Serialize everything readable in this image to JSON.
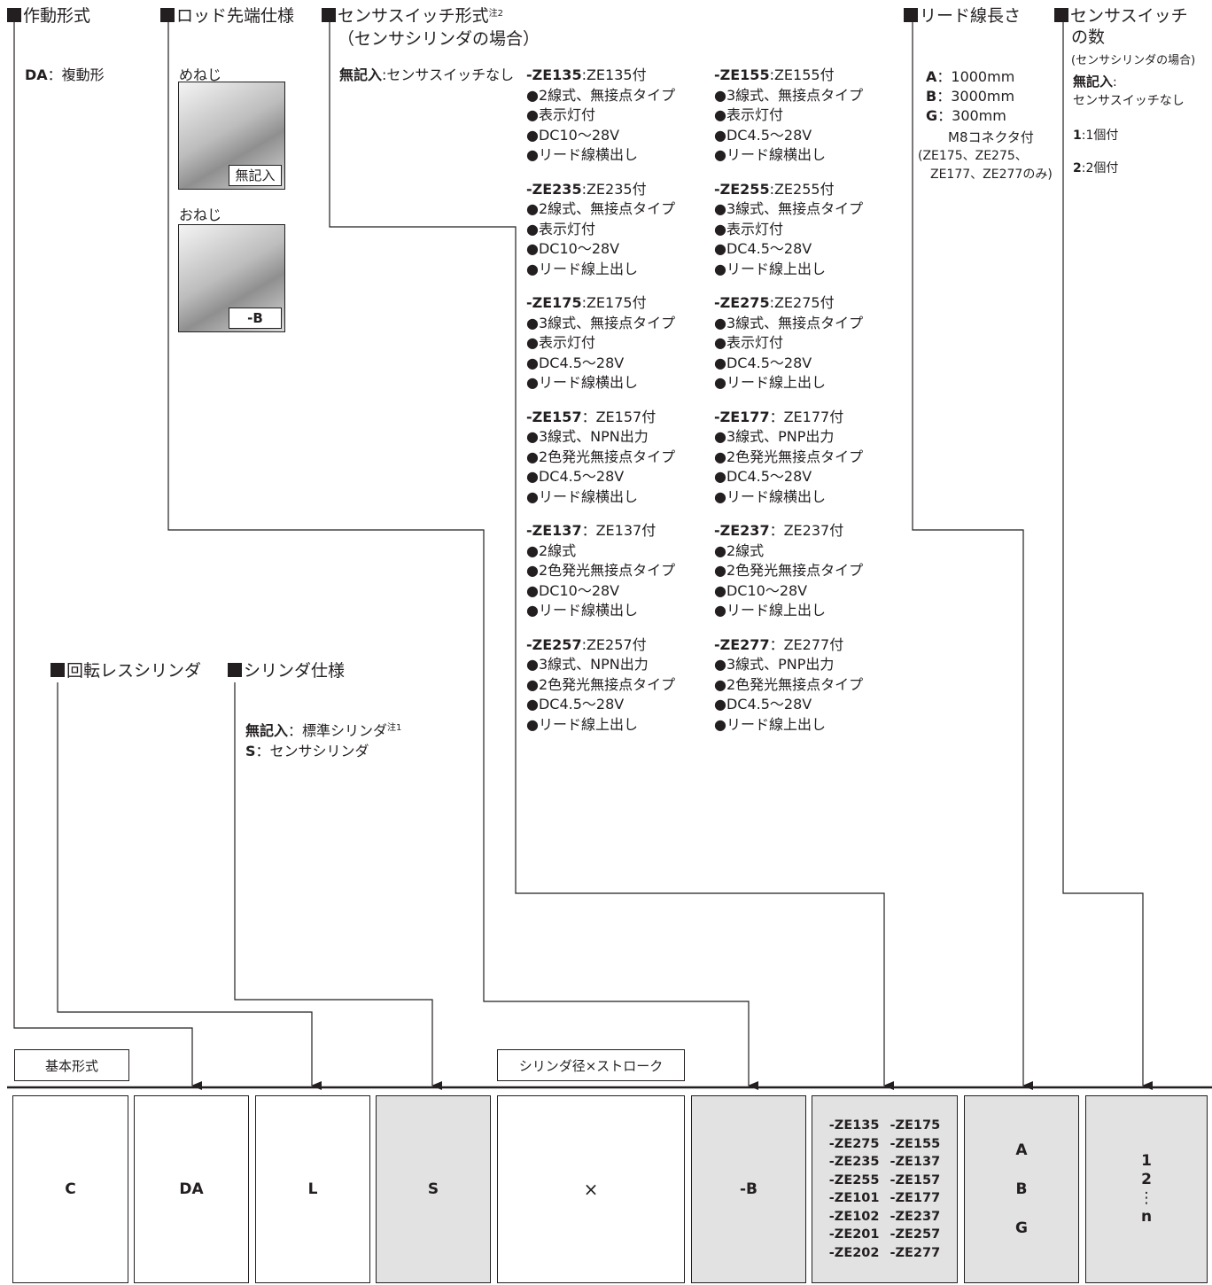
{
  "headers": {
    "action": "作動形式",
    "rod": "ロッド先端仕様",
    "sensor_switch_line1": "センサスイッチ形式",
    "sensor_switch_note": "注2",
    "sensor_switch_line2": "（センサシリンダの場合）",
    "lead": "リード線長さ",
    "count_line1": "センサスイッチ",
    "count_line2": "の数",
    "count_line3": "(センサシリンダの場合)",
    "nonrot": "回転レスシリンダ",
    "cyl_spec": "シリンダ仕様"
  },
  "action": {
    "code": "DA",
    "desc": "：複動形"
  },
  "rod": {
    "female_label": "めねじ",
    "female_tag": "無記入",
    "male_label": "おねじ",
    "male_tag": "-B"
  },
  "sensor": {
    "none_code": "無記入",
    "none_desc": ":センサスイッチなし"
  },
  "switches_left": [
    {
      "code": "-ZE135",
      "sep": ":",
      "name": "ZE135付",
      "l1": "●2線式、無接点タイプ",
      "l2": "●表示灯付",
      "l3": "●DC10～28V",
      "l4": "●リード線横出し"
    },
    {
      "code": "-ZE235",
      "sep": ":",
      "name": "ZE235付",
      "l1": "●2線式、無接点タイプ",
      "l2": "●表示灯付",
      "l3": "●DC10～28V",
      "l4": "●リード線上出し"
    },
    {
      "code": "-ZE175",
      "sep": ":",
      "name": "ZE175付",
      "l1": "●3線式、無接点タイプ",
      "l2": "●表示灯付",
      "l3": "●DC4.5～28V",
      "l4": "●リード線横出し"
    },
    {
      "code": "-ZE157",
      "sep": "：",
      "name": "ZE157付",
      "l1": "●3線式、NPN出力",
      "l2": "●2色発光無接点タイプ",
      "l3": "●DC4.5～28V",
      "l4": "●リード線横出し"
    },
    {
      "code": "-ZE137",
      "sep": "：",
      "name": "ZE137付",
      "l1": "●2線式",
      "l2": "●2色発光無接点タイプ",
      "l3": "●DC10～28V",
      "l4": "●リード線横出し"
    },
    {
      "code": "-ZE257",
      "sep": ":",
      "name": "ZE257付",
      "l1": "●3線式、NPN出力",
      "l2": "●2色発光無接点タイプ",
      "l3": "●DC4.5～28V",
      "l4": "●リード線上出し"
    }
  ],
  "switches_right": [
    {
      "code": "-ZE155",
      "sep": ":",
      "name": "ZE155付",
      "l1": "●3線式、無接点タイプ",
      "l2": "●表示灯付",
      "l3": "●DC4.5～28V",
      "l4": "●リード線横出し"
    },
    {
      "code": "-ZE255",
      "sep": ":",
      "name": "ZE255付",
      "l1": "●3線式、無接点タイプ",
      "l2": "●表示灯付",
      "l3": "●DC4.5～28V",
      "l4": "●リード線上出し"
    },
    {
      "code": "-ZE275",
      "sep": ":",
      "name": "ZE275付",
      "l1": "●3線式、無接点タイプ",
      "l2": "●表示灯付",
      "l3": "●DC4.5～28V",
      "l4": "●リード線上出し"
    },
    {
      "code": "-ZE177",
      "sep": "：",
      "name": "ZE177付",
      "l1": "●3線式、PNP出力",
      "l2": "●2色発光無接点タイプ",
      "l3": "●DC4.5～28V",
      "l4": "●リード線横出し"
    },
    {
      "code": "-ZE237",
      "sep": "：",
      "name": "ZE237付",
      "l1": "●2線式",
      "l2": "●2色発光無接点タイプ",
      "l3": "●DC10～28V",
      "l4": "●リード線上出し"
    },
    {
      "code": "-ZE277",
      "sep": "：",
      "name": "ZE277付",
      "l1": "●3線式、PNP出力",
      "l2": "●2色発光無接点タイプ",
      "l3": "●DC4.5～28V",
      "l4": "●リード線上出し"
    }
  ],
  "lead": {
    "a_code": "A",
    "a_val": "：1000mm",
    "b_code": "B",
    "b_val": "：3000mm",
    "g_code": "G",
    "g_val": "：300mm",
    "g_note1": "M8コネクタ付",
    "g_note2": "(ZE175、ZE275、",
    "g_note3": "ZE177、ZE277のみ)"
  },
  "count": {
    "none_code": "無記入",
    "none_sep": ":",
    "none_desc": "センサスイッチなし",
    "one_code": "1",
    "one_desc": ":1個付",
    "two_code": "2",
    "two_desc": ":2個付"
  },
  "cyl_spec": {
    "std_code": "無記入",
    "std_desc": "：標準シリンダ",
    "std_note": "注1",
    "s_code": "S",
    "s_desc": "：センサシリンダ"
  },
  "labels": {
    "basic": "基本形式",
    "bore": "シリンダ径×ストローク"
  },
  "boxes": {
    "c": "C",
    "da": "DA",
    "l": "L",
    "s": "S",
    "x": "×",
    "b": "-B",
    "ze_col1": "-ZE135\n-ZE275\n-ZE235\n-ZE255\n-ZE101\n-ZE102\n-ZE201\n-ZE202",
    "ze_col2": "-ZE175\n-ZE155\n-ZE137\n-ZE157\n-ZE177\n-ZE237\n-ZE257\n-ZE277",
    "lead_a": "A",
    "lead_b": "B",
    "lead_g": "G",
    "n1": "1",
    "n2": "2",
    "ndots": "⋮",
    "nn": "n"
  }
}
